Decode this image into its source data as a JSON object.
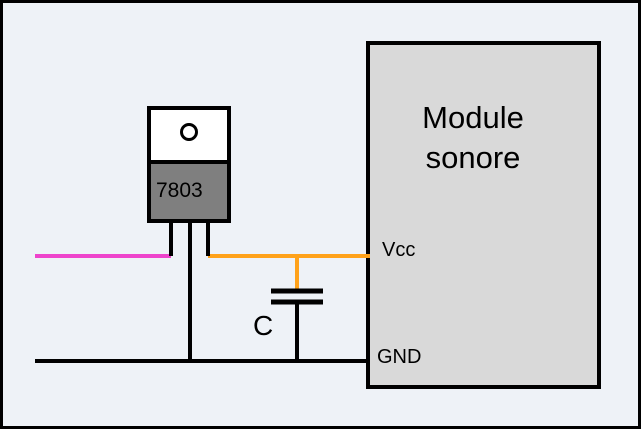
{
  "regulator": {
    "label": "7803"
  },
  "module": {
    "title_line1": "Module",
    "title_line2": "sonore",
    "pin_vcc": "Vcc",
    "pin_gnd": "GND"
  },
  "capacitor": {
    "label": "C"
  },
  "colors": {
    "background": "#eef2f7",
    "module_fill": "#d9d9d9",
    "regulator_body": "#7f7f7f",
    "regulator_tab": "#ffffff",
    "input_wire": "#ee44cc",
    "vcc_wire": "#ffa21a",
    "ground_wire": "#000000"
  }
}
